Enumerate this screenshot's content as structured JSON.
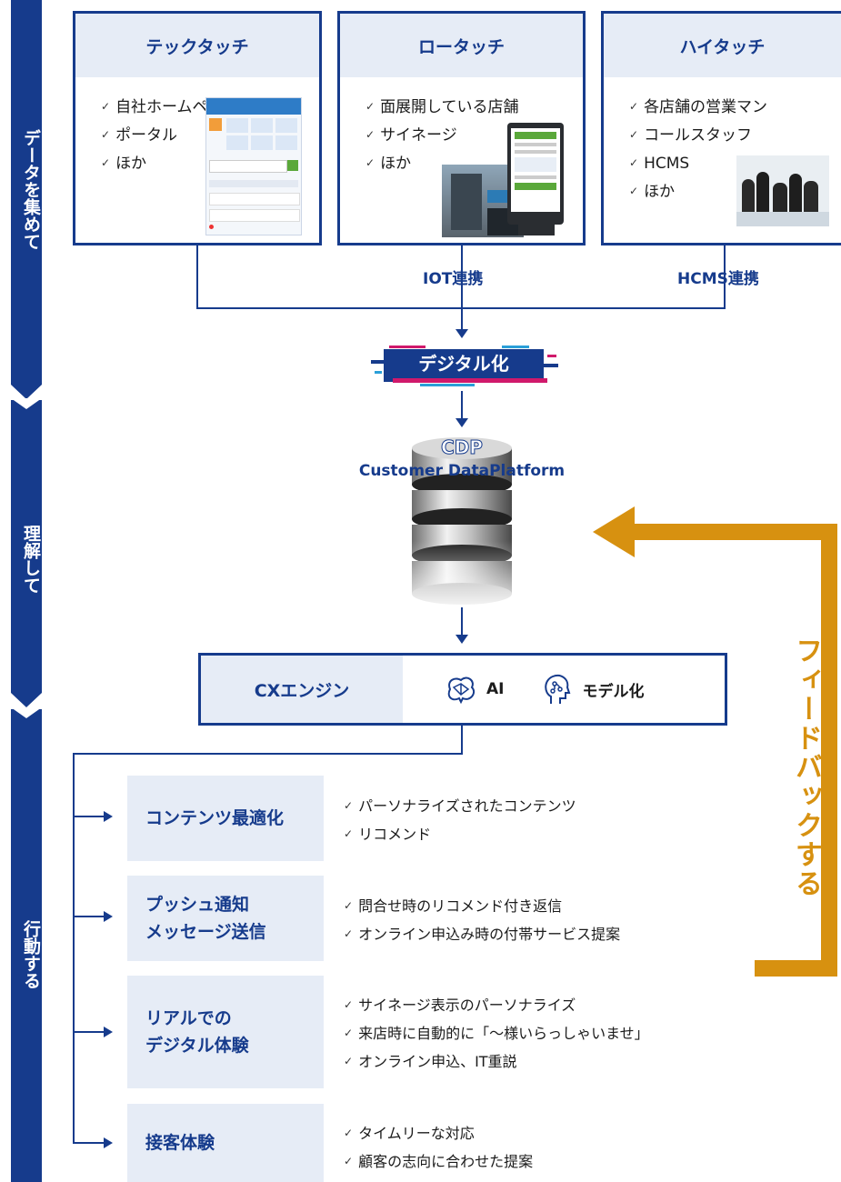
{
  "stages": [
    "データを集めて",
    "理解して",
    "行動する"
  ],
  "channels": [
    {
      "title": "テックタッチ",
      "items": [
        "自社ホームページ",
        "ポータル",
        "ほか"
      ]
    },
    {
      "title": "ロータッチ",
      "items": [
        "面展開している店舗",
        "サイネージ",
        "ほか"
      ]
    },
    {
      "title": "ハイタッチ",
      "items": [
        "各店舗の営業マン",
        "コールスタッフ",
        "HCMS",
        "ほか"
      ]
    }
  ],
  "links": {
    "iot": "IOT連携",
    "hcms": "HCMS連携"
  },
  "digitalize": "デジタル化",
  "cdp": {
    "title": "CDP",
    "subtitle": "Customer DataPlatform"
  },
  "engine": {
    "name": "CXエンジン",
    "ai": "AI",
    "model": "モデル化"
  },
  "feedback": "フィードバックする",
  "actions": [
    {
      "title": "コンテンツ最適化",
      "items": [
        "パーソナライズされたコンテンツ",
        "リコメンド"
      ]
    },
    {
      "title": "プッシュ通知\nメッセージ送信",
      "items": [
        "問合せ時のリコメンド付き返信",
        "オンライン申込み時の付帯サービス提案"
      ]
    },
    {
      "title": "リアルでの\nデジタル体験",
      "items": [
        "サイネージ表示のパーソナライズ",
        "来店時に自動的に「〜様いらっしゃいませ」",
        "オンライン申込、IT重説"
      ]
    },
    {
      "title": "接客体験",
      "items": [
        "タイムリーな対応",
        "顧客の志向に合わせた提案"
      ]
    }
  ],
  "colors": {
    "navy": "#163b8c",
    "pale": "#e6ecf6",
    "feedback": "#d79110"
  }
}
